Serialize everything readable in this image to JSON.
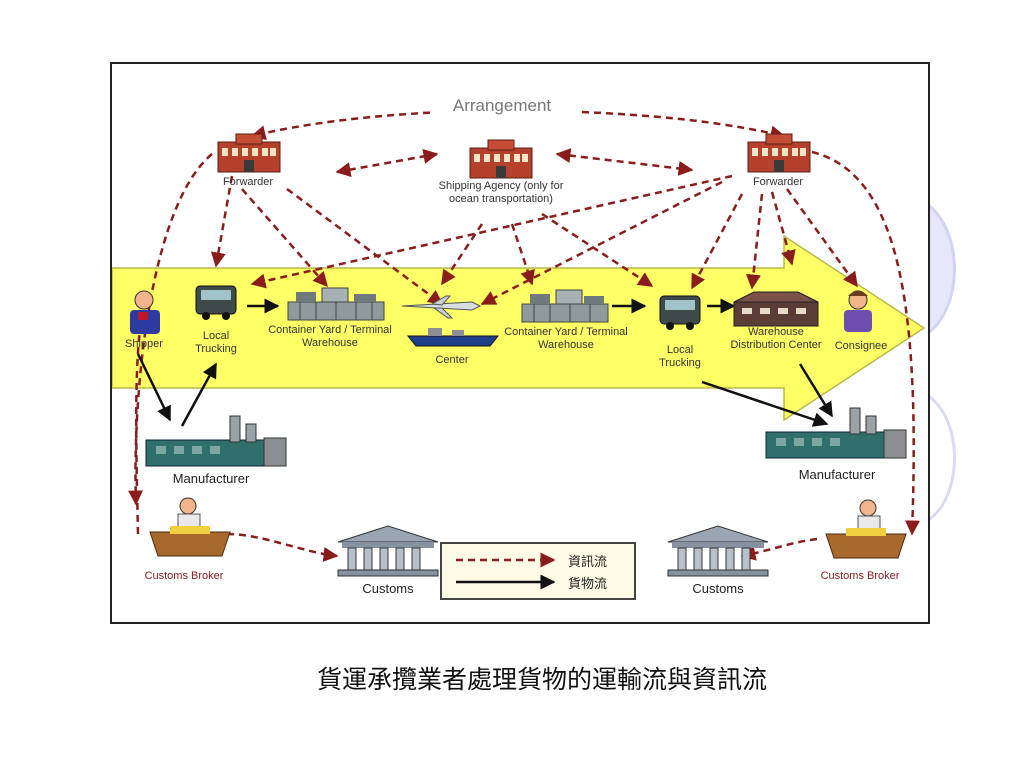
{
  "diagram": {
    "arrangement": "Arrangement",
    "forwarder_left": "Forwarder",
    "forwarder_right": "Forwarder",
    "shipping_agency": "Shipping Agency (only for ocean transportation)",
    "shipper": "Shipper",
    "local_trucking_left": "Local Trucking",
    "container_yard_left": "Container Yard / Terminal Warehouse",
    "center": "Center",
    "container_yard_right": "Container Yard / Terminal Warehouse",
    "local_trucking_right": "Local Trucking",
    "warehouse_distribution": "Warehouse Distribution Center",
    "consignee": "Consignee",
    "manufacturer_left": "Manufacturer",
    "manufacturer_right": "Manufacturer",
    "customs_broker_left": "Customs Broker",
    "customs_broker_right": "Customs Broker",
    "customs_left": "Customs",
    "customs_right": "Customs",
    "legend": {
      "info_flow": "資訊流",
      "goods_flow": "貨物流"
    },
    "colors": {
      "info_arrow": "#8b1c1c",
      "goods_arrow": "#111111",
      "flow_band": "#ffff66"
    }
  },
  "caption": "貨運承攬業者處理貨物的運輸流與資訊流"
}
